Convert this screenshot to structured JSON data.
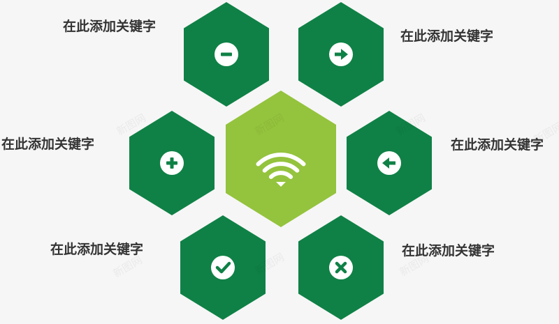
{
  "colors": {
    "background": "#f6f6f6",
    "hex_dark": "#0f8146",
    "hex_center": "#94c33d",
    "icon_fg": "#ffffff",
    "text": "#333333"
  },
  "center": {
    "icon": "wifi-icon"
  },
  "items": [
    {
      "id": "top-left",
      "label": "在此添加关键字",
      "icon": "minus-icon"
    },
    {
      "id": "top-right",
      "label": "在此添加关键字",
      "icon": "arrow-right-icon"
    },
    {
      "id": "mid-left",
      "label": "在此添加关键字",
      "icon": "plus-icon"
    },
    {
      "id": "mid-right",
      "label": "在此添加关键字",
      "icon": "arrow-left-icon"
    },
    {
      "id": "bottom-left",
      "label": "在此添加关键字",
      "icon": "check-icon"
    },
    {
      "id": "bottom-right",
      "label": "在此添加关键字",
      "icon": "close-icon"
    }
  ],
  "watermark": "新图网"
}
